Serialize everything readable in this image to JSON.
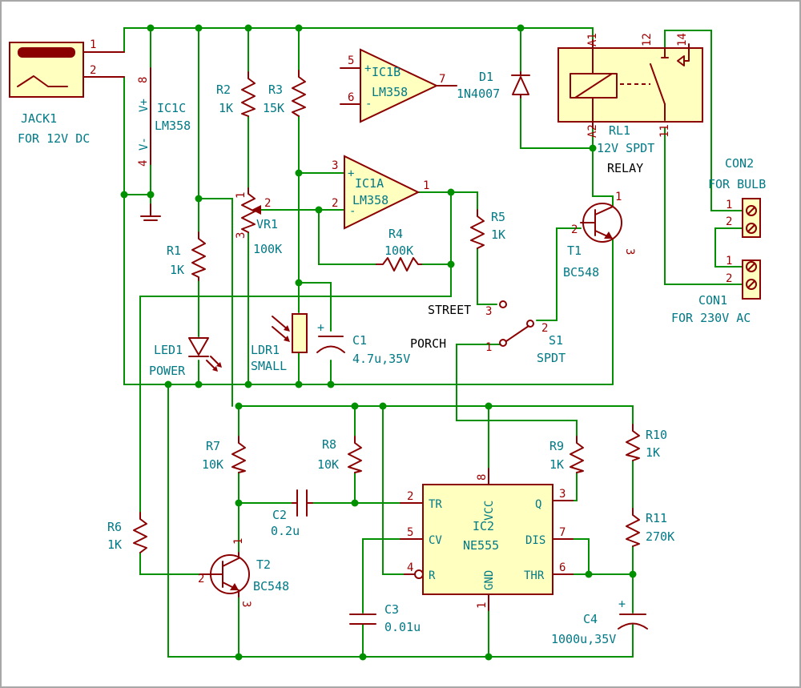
{
  "components": {
    "jack1": {
      "ref": "JACK1",
      "value": "FOR 12V DC",
      "pins": [
        "1",
        "2"
      ]
    },
    "ic1c": {
      "ref": "IC1C",
      "value": "LM358",
      "pins": [
        "8",
        "4"
      ],
      "vplus": "V+",
      "vminus": "V-"
    },
    "ic1b": {
      "ref": "IC1B",
      "value": "LM358",
      "pins": [
        "5",
        "6",
        "7"
      ],
      "plus": "+",
      "minus": "-"
    },
    "ic1a": {
      "ref": "IC1A",
      "value": "LM358",
      "pins": [
        "3",
        "2",
        "1"
      ],
      "plus": "+",
      "minus": "-"
    },
    "r1": {
      "ref": "R1",
      "value": "1K"
    },
    "r2": {
      "ref": "R2",
      "value": "1K"
    },
    "r3": {
      "ref": "R3",
      "value": "15K"
    },
    "r4": {
      "ref": "R4",
      "value": "100K"
    },
    "r5": {
      "ref": "R5",
      "value": "1K"
    },
    "r6": {
      "ref": "R6",
      "value": "1K"
    },
    "r7": {
      "ref": "R7",
      "value": "10K"
    },
    "r8": {
      "ref": "R8",
      "value": "10K"
    },
    "r9": {
      "ref": "R9",
      "value": "1K"
    },
    "r10": {
      "ref": "R10",
      "value": "1K"
    },
    "r11": {
      "ref": "R11",
      "value": "270K"
    },
    "vr1": {
      "ref": "VR1",
      "value": "100K",
      "pins": [
        "1",
        "2",
        "3"
      ]
    },
    "d1": {
      "ref": "D1",
      "value": "1N4007"
    },
    "led1": {
      "ref": "LED1",
      "value": "POWER"
    },
    "ldr1": {
      "ref": "LDR1",
      "value": "SMALL"
    },
    "c1": {
      "ref": "C1",
      "value": "4.7u,35V",
      "plus": "+"
    },
    "c2": {
      "ref": "C2",
      "value": "0.2u"
    },
    "c3": {
      "ref": "C3",
      "value": "0.01u"
    },
    "c4": {
      "ref": "C4",
      "value": "1000u,35V",
      "plus": "+"
    },
    "rl1": {
      "ref": "RL1",
      "value": "12V SPDT",
      "extra": "RELAY",
      "pins": [
        "A1",
        "A2",
        "12",
        "14",
        "11"
      ]
    },
    "t1": {
      "ref": "T1",
      "value": "BC548",
      "pins": [
        "1",
        "2",
        "3"
      ]
    },
    "t2": {
      "ref": "T2",
      "value": "BC548",
      "pins": [
        "1",
        "2",
        "3"
      ]
    },
    "s1": {
      "ref": "S1",
      "value": "SPDT",
      "pins": [
        "1",
        "2",
        "3"
      ],
      "pos1": "PORCH",
      "pos3": "STREET"
    },
    "con1": {
      "ref": "CON1",
      "value": "FOR 230V AC",
      "pins": [
        "1",
        "2"
      ]
    },
    "con2": {
      "ref": "CON2",
      "value": "FOR BULB",
      "pins": [
        "1",
        "2"
      ]
    },
    "ic2": {
      "ref": "IC2",
      "value": "NE555",
      "pin_names": {
        "tr": "TR",
        "cv": "CV",
        "r": "R",
        "vcc": "VCC",
        "gnd": "GND",
        "q": "Q",
        "dis": "DIS",
        "thr": "THR"
      },
      "pin_numbers": {
        "tr": "2",
        "cv": "5",
        "r": "4",
        "vcc": "8",
        "gnd": "1",
        "q": "3",
        "dis": "7",
        "thr": "6"
      }
    }
  }
}
